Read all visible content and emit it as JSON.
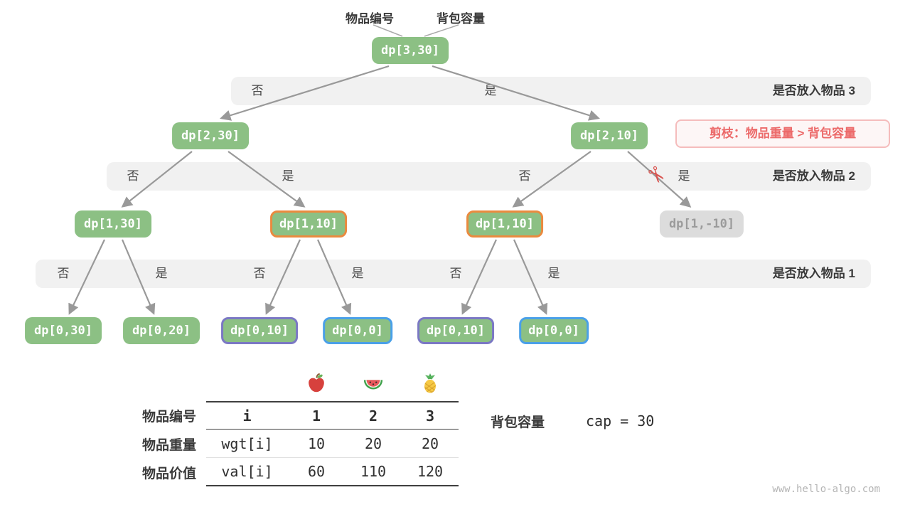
{
  "header": {
    "item_label": "物品编号",
    "capacity_label": "背包容量"
  },
  "tree": {
    "root": "dp[3,30]",
    "levels": {
      "l2": [
        "dp[2,30]",
        "dp[2,10]"
      ],
      "l1": [
        "dp[1,30]",
        "dp[1,10]",
        "dp[1,10]",
        "dp[1,-10]"
      ],
      "l0": [
        "dp[0,30]",
        "dp[0,20]",
        "dp[0,10]",
        "dp[0,0]",
        "dp[0,10]",
        "dp[0,0]"
      ]
    },
    "bands": [
      {
        "question": "是否放入物品 3",
        "options": [
          "否",
          "是"
        ]
      },
      {
        "question": "是否放入物品 2",
        "options": [
          "否",
          "是",
          "否",
          "是"
        ]
      },
      {
        "question": "是否放入物品 1",
        "options": [
          "否",
          "是",
          "否",
          "是",
          "否",
          "是"
        ]
      }
    ]
  },
  "pruning": {
    "text": "剪枝：物品重量 > 背包容量"
  },
  "icons": {
    "scissors_glyph": "✂",
    "fruit_columns": [
      "apple",
      "watermelon",
      "pineapple"
    ]
  },
  "table": {
    "rows": [
      {
        "label": "物品编号",
        "code": "i",
        "values": [
          "1",
          "2",
          "3"
        ]
      },
      {
        "label": "物品重量",
        "code": "wgt[i]",
        "values": [
          "10",
          "20",
          "20"
        ]
      },
      {
        "label": "物品价值",
        "code": "val[i]",
        "values": [
          "60",
          "110",
          "120"
        ]
      }
    ]
  },
  "capacity": {
    "label": "背包容量",
    "code": "cap = 30"
  },
  "watermark": "www.hello-algo.com",
  "colors": {
    "node_green": "#8cc084",
    "node_gray_bg": "#dcdcdc",
    "node_gray_text": "#9b9b9b",
    "band_bg": "#f1f1f1",
    "border_orange": "#ea8a3f",
    "border_purple": "#7b78c4",
    "border_blue": "#4aa0e8",
    "arrow": "#999999",
    "prune_red": "#ec6a6a",
    "prune_border": "#f5bcbc",
    "prune_bg": "#fdf6f6"
  }
}
